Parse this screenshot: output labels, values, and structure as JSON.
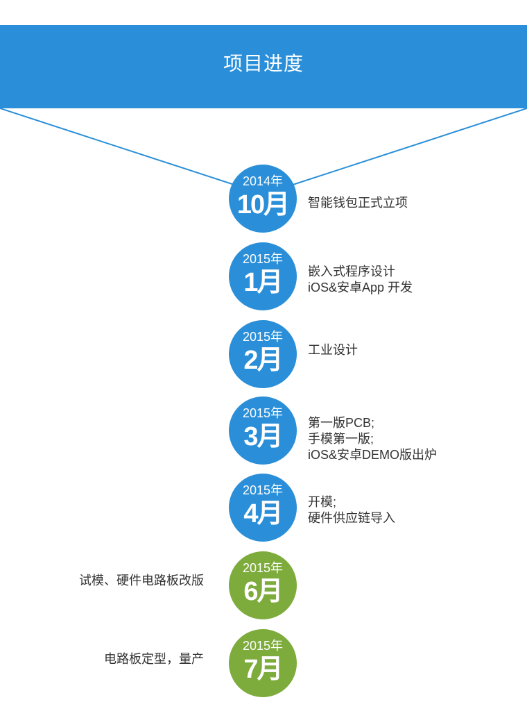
{
  "header": {
    "title": "项目进度"
  },
  "colors": {
    "blue": "#2a8fd8",
    "green": "#7dab3c",
    "text": "#333333"
  },
  "milestones": [
    {
      "year": "2014年",
      "month": "10月",
      "color": "blue",
      "side": "right",
      "lines": [
        "智能钱包正式立项"
      ]
    },
    {
      "year": "2015年",
      "month": "1月",
      "color": "blue",
      "side": "right",
      "lines": [
        "嵌入式程序设计",
        "iOS&安卓App 开发"
      ]
    },
    {
      "year": "2015年",
      "month": "2月",
      "color": "blue",
      "side": "right",
      "lines": [
        "工业设计"
      ]
    },
    {
      "year": "2015年",
      "month": "3月",
      "color": "blue",
      "side": "right",
      "lines": [
        "第一版PCB;",
        "手模第一版;",
        "iOS&安卓DEMO版出炉"
      ]
    },
    {
      "year": "2015年",
      "month": "4月",
      "color": "blue",
      "side": "right",
      "lines": [
        "开模;",
        "硬件供应链导入"
      ]
    },
    {
      "year": "2015年",
      "month": "6月",
      "color": "green",
      "side": "left",
      "lines": [
        "试模、硬件电路板改版"
      ]
    },
    {
      "year": "2015年",
      "month": "7月",
      "color": "green",
      "side": "left",
      "lines": [
        "电路板定型，量产"
      ]
    }
  ]
}
